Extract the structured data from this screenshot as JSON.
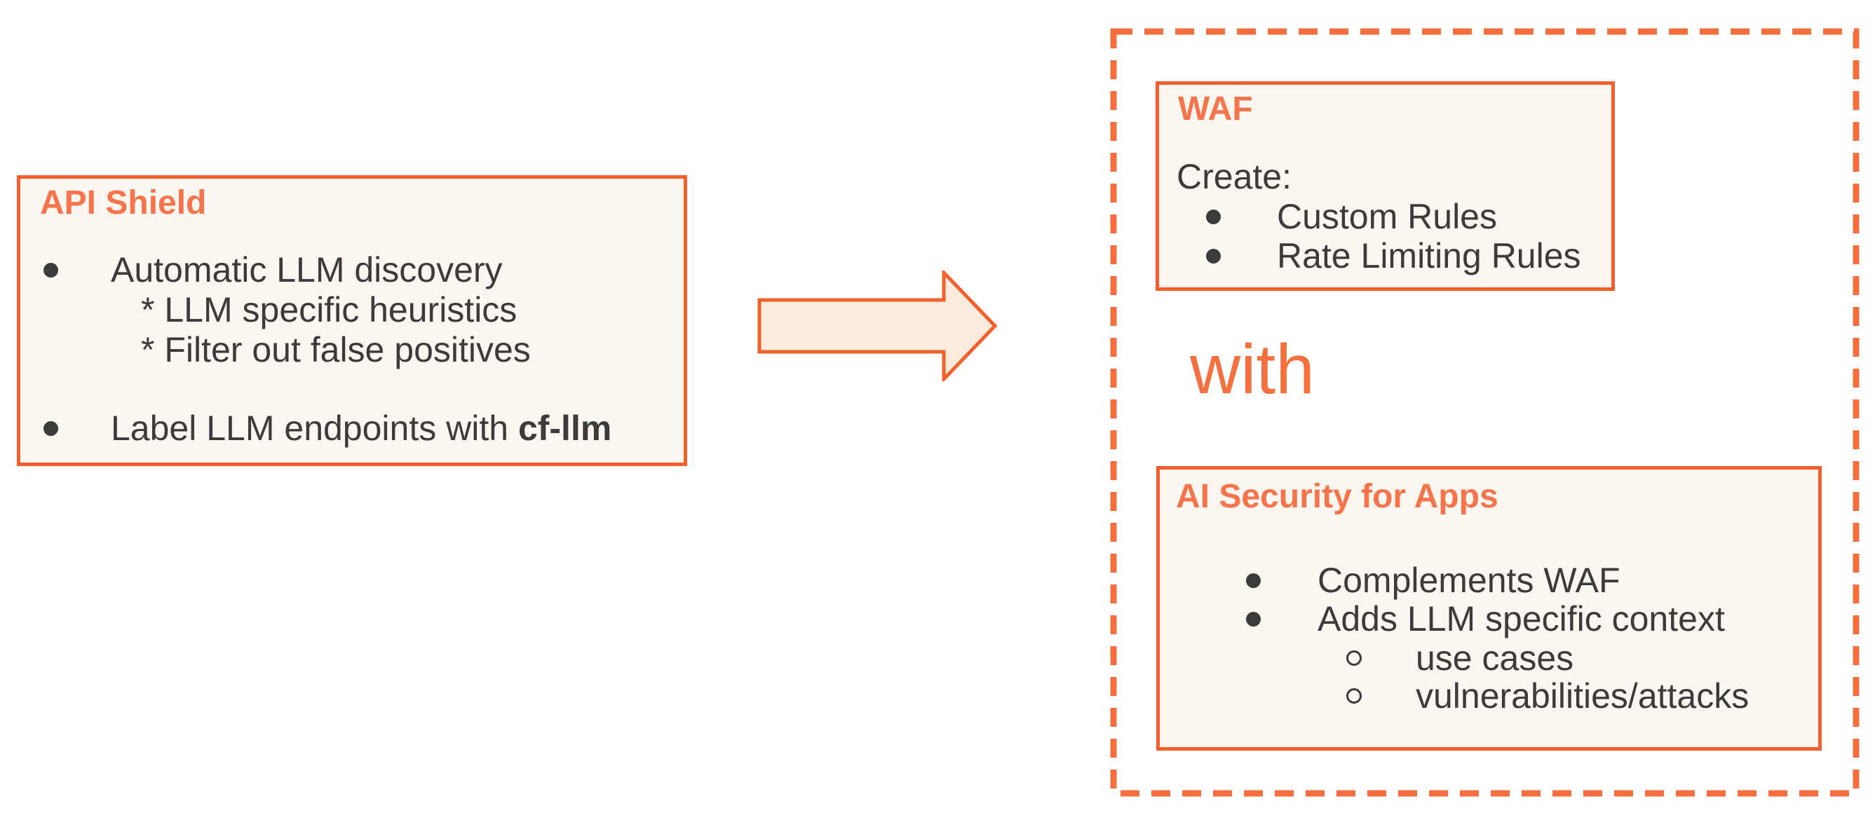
{
  "colors": {
    "page_bg": "#FFFFFF",
    "box_fill": "#FBF6EF",
    "box_border": "#F2612C",
    "heading_orange": "#F5744C",
    "dash_orange": "#F46E3E",
    "with_orange": "#F4703F",
    "arrow_fill": "#FCEADD",
    "arrow_stroke": "#F2612C",
    "text_dark": "#3B3B3B"
  },
  "api_shield": {
    "title": "API Shield",
    "bullet_1": "Automatic LLM discovery",
    "sub_1": "* LLM specific heuristics",
    "sub_2": "* Filter out false positives",
    "bullet_2_prefix": "Label LLM endpoints with ",
    "bullet_2_code": "cf-llm"
  },
  "waf": {
    "title": "WAF",
    "intro": "Create:",
    "bullet_1": "Custom Rules",
    "bullet_2": "Rate Limiting Rules"
  },
  "connector": {
    "label": "with"
  },
  "ai_security": {
    "title": "AI Security for Apps",
    "bullet_1": "Complements WAF",
    "bullet_2": "Adds LLM specific context",
    "sub_1": "use cases",
    "sub_2": "vulnerabilities/attacks"
  },
  "icons": {
    "bullet": "filled-circle",
    "sub_bullet": "open-circle",
    "flow": "right-arrow",
    "group_border": "dashed-rectangle"
  }
}
